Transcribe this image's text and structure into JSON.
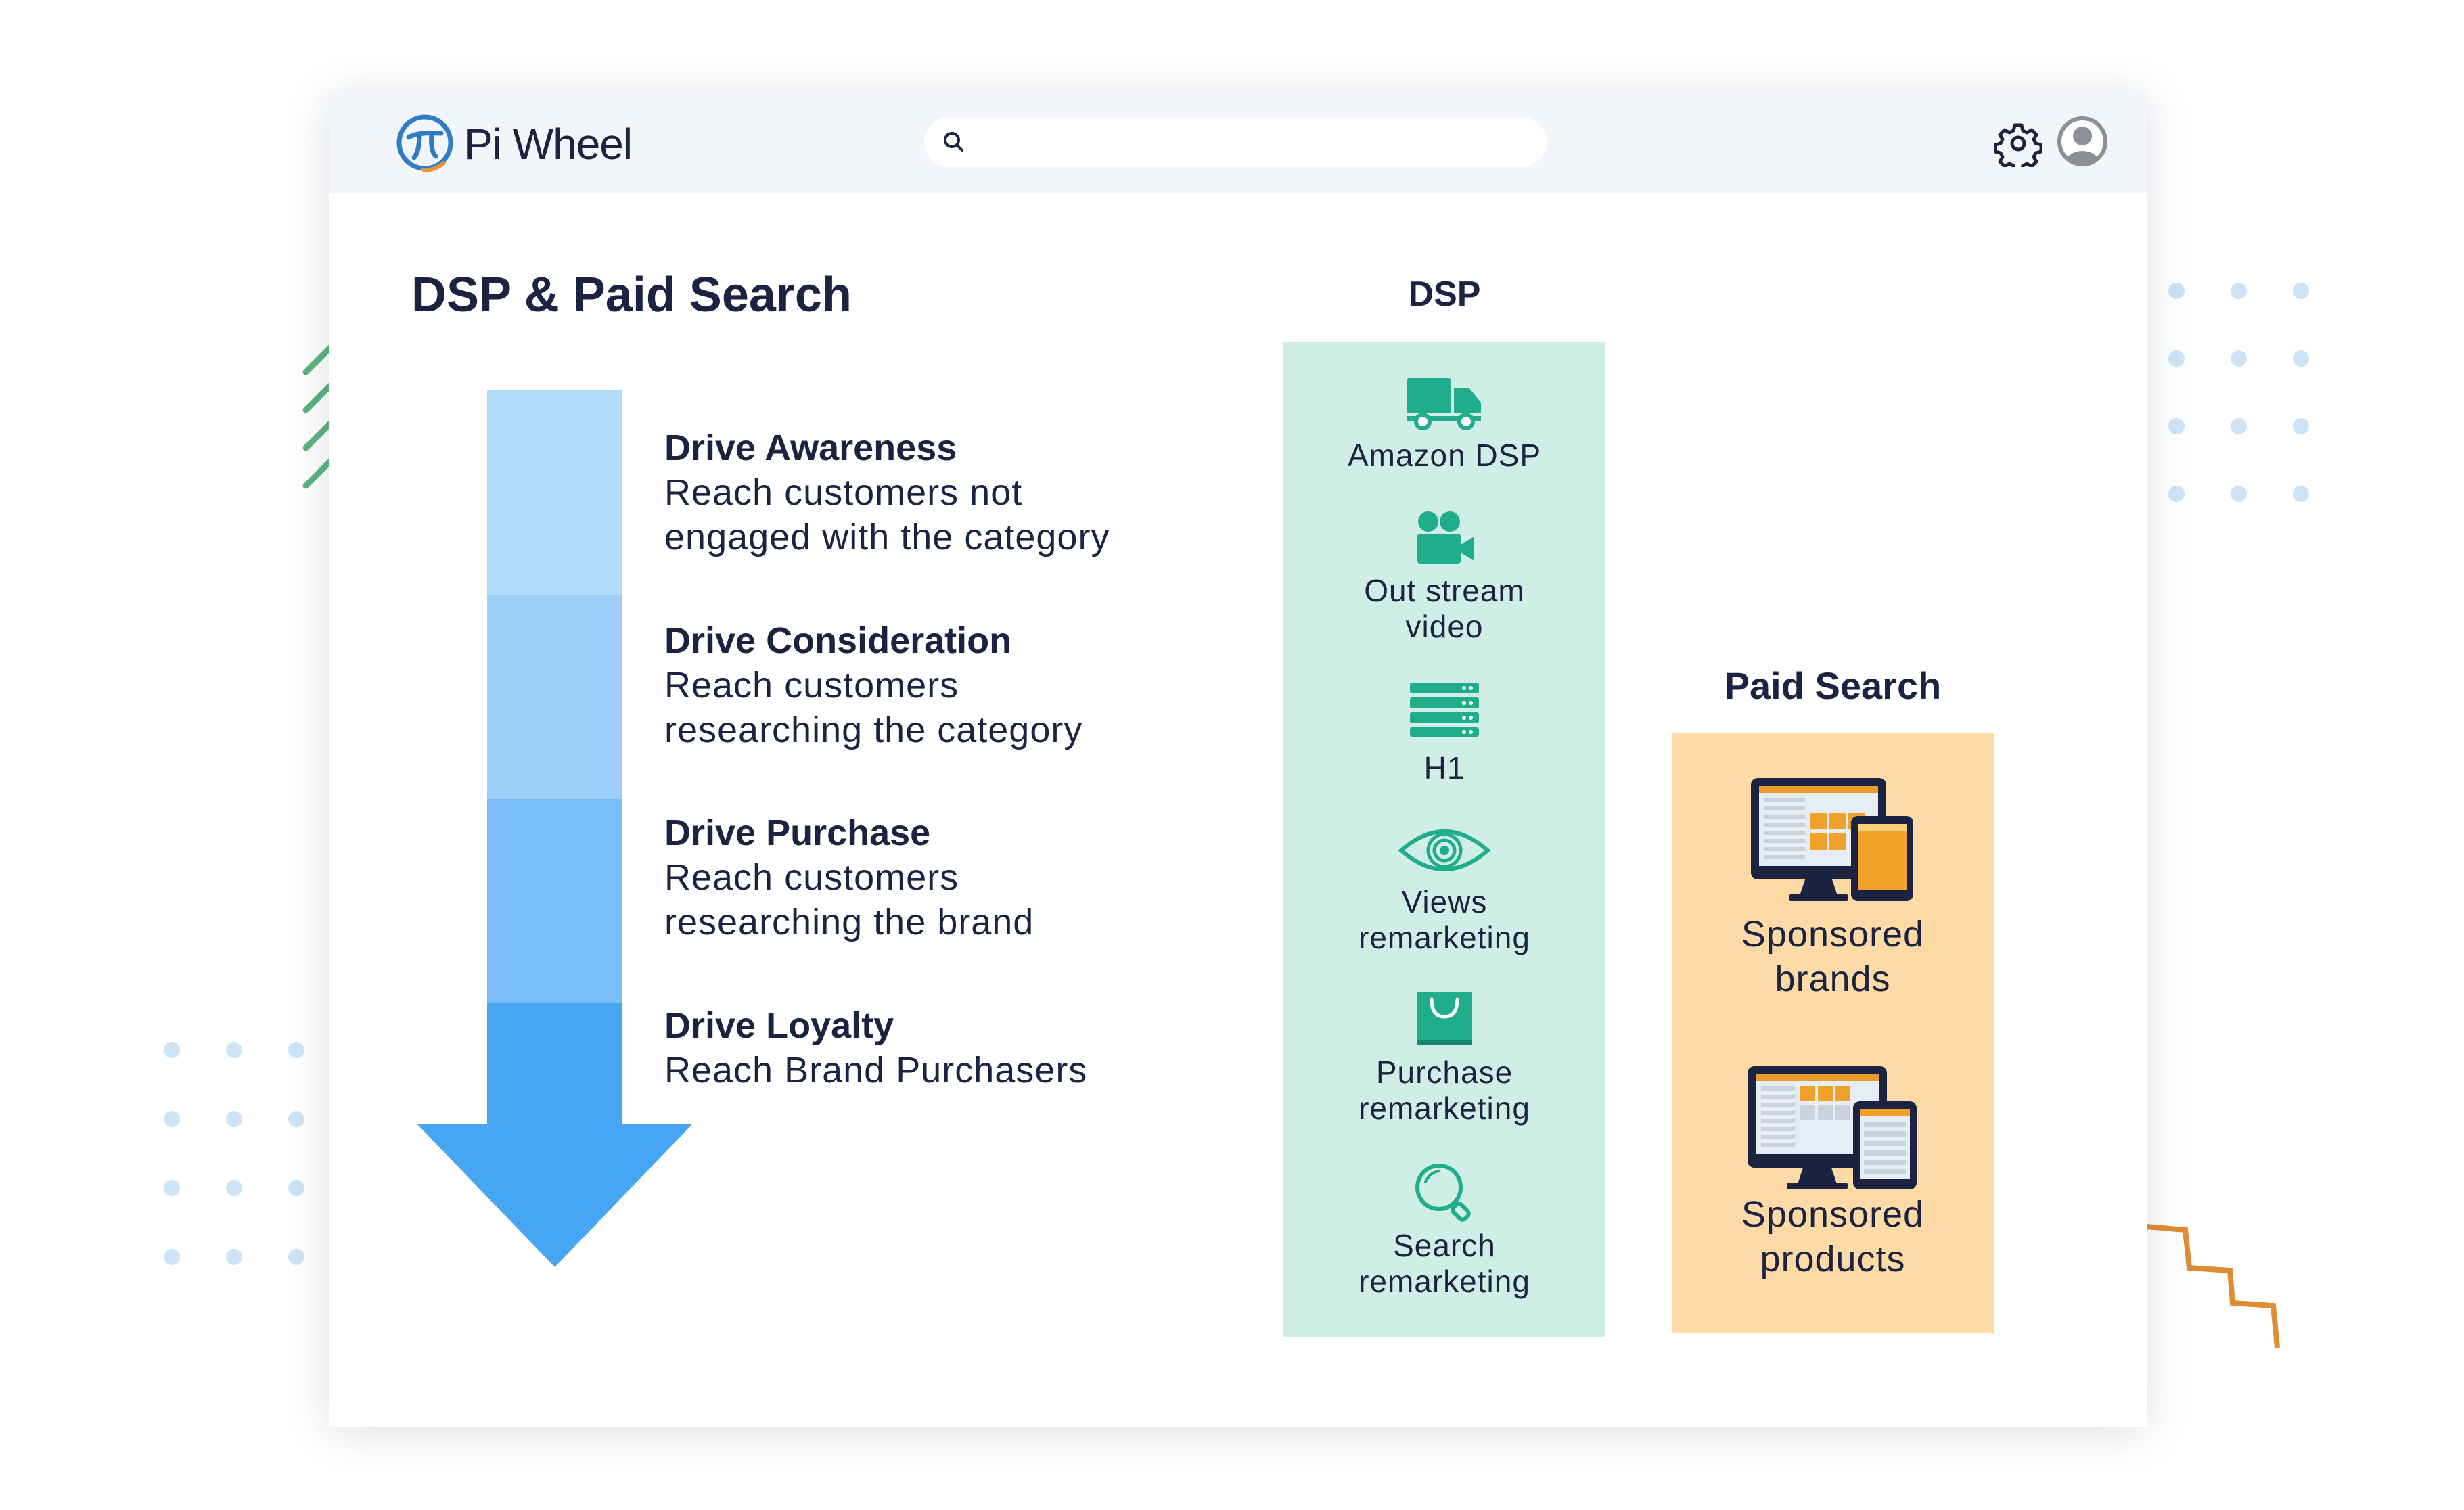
{
  "app": {
    "name": "Pi Wheel"
  },
  "search": {
    "placeholder": ""
  },
  "page": {
    "title": "DSP & Paid Search"
  },
  "funnel": {
    "stages": [
      {
        "title": "Drive Awareness",
        "line1": "Reach customers not",
        "line2": "engaged with the category",
        "color": "#b3dbfa"
      },
      {
        "title": "Drive Consideration",
        "line1": "Reach customers",
        "line2": "researching the category",
        "color": "#9dcff8"
      },
      {
        "title": "Drive Purchase",
        "line1": "Reach customers",
        "line2": "researching the brand",
        "color": "#79bdf6"
      },
      {
        "title": "Drive Loyalty",
        "line1": "Reach Brand Purchasers",
        "line2": "",
        "color": "#47a6f3"
      }
    ]
  },
  "dsp": {
    "title": "DSP",
    "color": "#cfeee6",
    "icon_color": "#1fad8b",
    "items": [
      {
        "icon": "truck-icon",
        "line1": "Amazon DSP",
        "line2": ""
      },
      {
        "icon": "video-camera-icon",
        "line1": "Out stream",
        "line2": "video"
      },
      {
        "icon": "server-icon",
        "line1": "H1",
        "line2": ""
      },
      {
        "icon": "eye-icon",
        "line1": "Views",
        "line2": "remarketing"
      },
      {
        "icon": "shopping-bag-icon",
        "line1": "Purchase",
        "line2": "remarketing"
      },
      {
        "icon": "magnifier-icon",
        "line1": "Search",
        "line2": "remarketing"
      }
    ]
  },
  "paid_search": {
    "title": "Paid Search",
    "color": "#fddaa6",
    "items": [
      {
        "icon": "desktop-tablet-icon",
        "line1": "Sponsored",
        "line2": "brands"
      },
      {
        "icon": "desktop-tablet-icon",
        "line1": "Sponsored",
        "line2": "products"
      }
    ]
  }
}
